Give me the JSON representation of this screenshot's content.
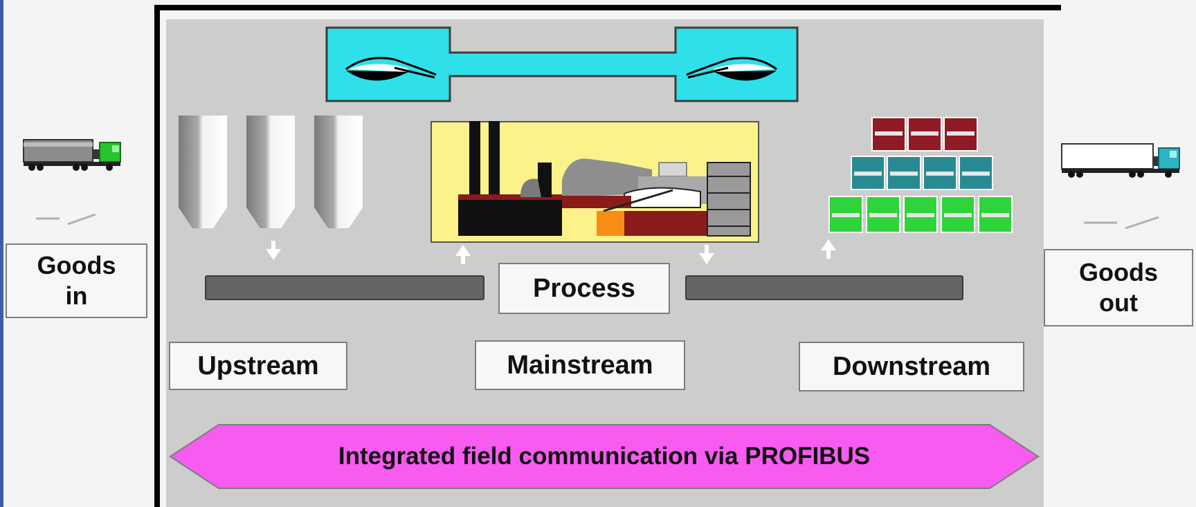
{
  "labels": {
    "goods_in": "Goods\nin",
    "goods_out": "Goods\nout",
    "process": "Process",
    "upstream": "Upstream",
    "mainstream": "Mainstream",
    "downstream": "Downstream",
    "banner": "Integrated field communication via PROFIBUS"
  },
  "colors": {
    "panel": "#cdcdcd",
    "ladle_panel": "#2fe0ea",
    "factory_bg": "#fbf38a",
    "banner": "#f75bf0",
    "crates_top": "#8e1b25",
    "crates_mid": "#2a8a94",
    "crates_bottom": "#2fd33a"
  },
  "icons": [
    "truck-in-icon",
    "truck-out-icon",
    "ladle-icon",
    "silo-icon",
    "factory-icon",
    "crate-stack-icon"
  ]
}
